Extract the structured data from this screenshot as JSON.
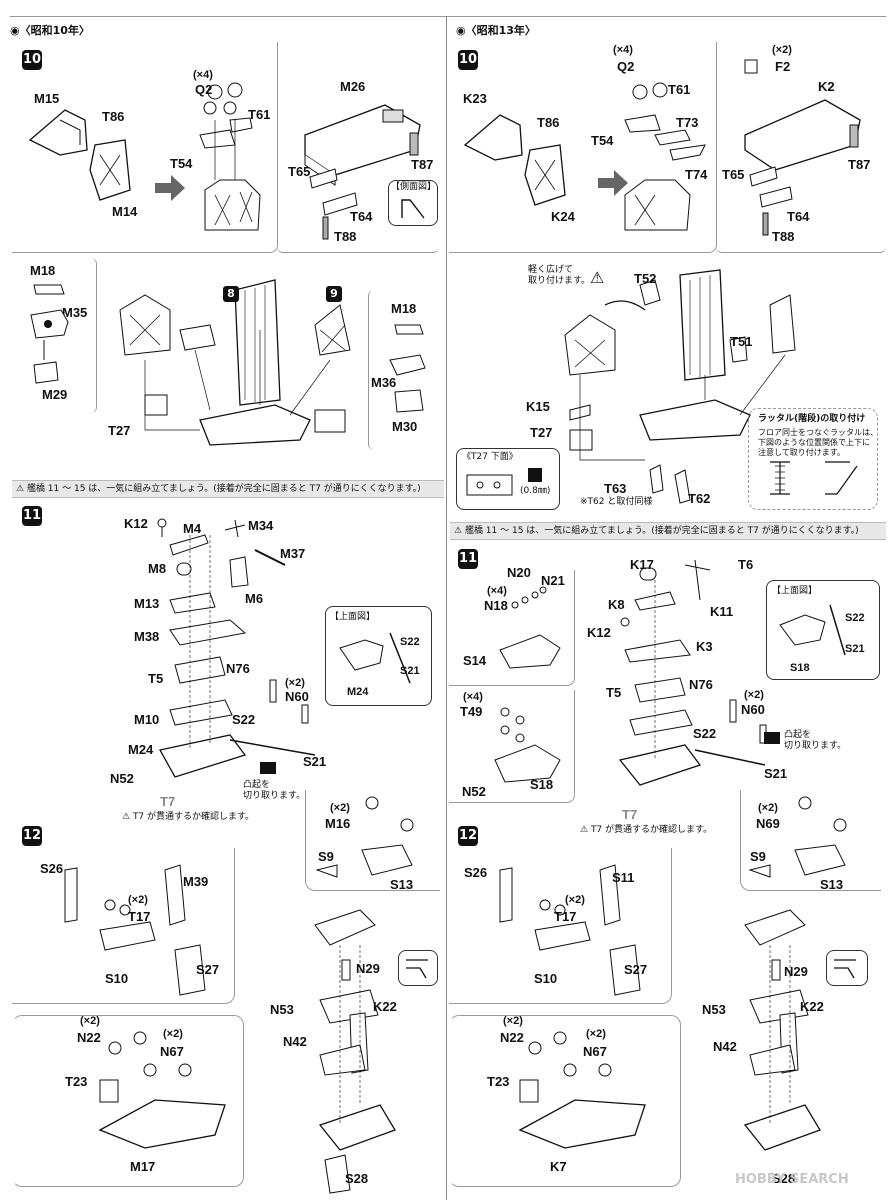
{
  "left": {
    "header": "◉〈昭和10年〉",
    "step10": {
      "num": "10",
      "labels": {
        "M15": "M15",
        "T86": "T86",
        "M14": "M14",
        "Q2": "Q2",
        "q2qty": "(×4)",
        "T61": "T61",
        "T54": "T54",
        "M26": "M26",
        "T87": "T87",
        "T65": "T65",
        "T64": "T64",
        "T88": "T88",
        "side": "【側面図】",
        "M18a": "M18",
        "M35": "M35",
        "M29": "M29",
        "ref8": "8",
        "ref9": "9",
        "M18b": "M18",
        "M36": "M36",
        "M30": "M30",
        "T27": "T27"
      }
    },
    "warn": "艦橋 11 ～ 15 は、一気に組み立てましょう。(接着が完全に固まると T7 が通りにくくなります。)",
    "step11": {
      "num": "11",
      "labels": {
        "K12": "K12",
        "M4": "M4",
        "M34": "M34",
        "M37": "M37",
        "M8": "M8",
        "M13": "M13",
        "M6": "M6",
        "M38": "M38",
        "N76": "N76",
        "T5": "T5",
        "N60qty": "(×2)",
        "N60": "N60",
        "M10": "M10",
        "S22": "S22",
        "M24": "M24",
        "S21": "S21",
        "N52": "N52",
        "T7": "T7",
        "top": "【上面図】",
        "S22b": "S22",
        "S21b": "S21",
        "M24b": "M24"
      },
      "cut": "凸起を\n切り取ります。",
      "check": "T7 が貫通するか確認します。"
    },
    "step12": {
      "num": "12",
      "labels": {
        "S26": "S26",
        "M39": "M39",
        "T17qty": "(×2)",
        "T17": "T17",
        "S10": "S10",
        "S27": "S27",
        "M16qty": "(×2)",
        "M16": "M16",
        "S9": "S9",
        "S13": "S13",
        "N29": "N29",
        "N53": "N53",
        "K22": "K22",
        "N42": "N42",
        "N22qty": "(×2)",
        "N22": "N22",
        "N67qty": "(×2)",
        "N67": "N67",
        "T23": "T23",
        "M17": "M17",
        "S28": "S28"
      }
    }
  },
  "right": {
    "header": "◉〈昭和13年〉",
    "step10": {
      "num": "10",
      "labels": {
        "K23": "K23",
        "T86": "T86",
        "K24": "K24",
        "Q2qty": "(×4)",
        "Q2": "Q2",
        "T61": "T61",
        "T73": "T73",
        "T54": "T54",
        "T74": "T74",
        "F2qty": "(×2)",
        "F2": "F2",
        "K2": "K2",
        "T87": "T87",
        "T65": "T65",
        "T64": "T64",
        "T88": "T88",
        "T52": "T52",
        "T51": "T51",
        "K15": "K15",
        "T27": "T27",
        "T63": "T63",
        "T62": "T62"
      },
      "spread": "軽く広げて\n取り付けます。",
      "t27under": "《T27 下面》",
      "drill": "(0.8㎜)",
      "t62note": "※T62 と取付同様",
      "ladderTitle": "ラッタル(階段)の取り付け",
      "ladderText": "フロア同士をつなぐラッタルは、\n下図のような位置関係で上下に\n注意して取り付けます。"
    },
    "warn": "艦橋 11 ～ 15 は、一気に組み立てましょう。(接着が完全に固まると T7 が通りにくくなります。)",
    "step11": {
      "num": "11",
      "labels": {
        "N20": "N20",
        "N21": "N21",
        "N18qty": "(×4)",
        "N18": "N18",
        "K17": "K17",
        "T6": "T6",
        "K8": "K8",
        "K11": "K11",
        "K12": "K12",
        "K3": "K3",
        "S14": "S14",
        "T5": "T5",
        "N76": "N76",
        "T49qty": "(×4)",
        "T49": "T49",
        "N60qty": "(×2)",
        "N60": "N60",
        "S22": "S22",
        "S21": "S21",
        "N52": "N52",
        "S18": "S18",
        "T7": "T7",
        "top": "【上面図】",
        "S22b": "S22",
        "S21b": "S21",
        "S18b": "S18"
      },
      "cut": "凸起を\n切り取ります。",
      "check": "T7 が貫通するか確認します。"
    },
    "step12": {
      "num": "12",
      "labels": {
        "S26": "S26",
        "S11": "S11",
        "T17qty": "(×2)",
        "T17": "T17",
        "S10": "S10",
        "S27": "S27",
        "N69qty": "(×2)",
        "N69": "N69",
        "S9": "S9",
        "S13": "S13",
        "N29": "N29",
        "N53": "N53",
        "K22": "K22",
        "N42": "N42",
        "N22qty": "(×2)",
        "N22": "N22",
        "N67qty": "(×2)",
        "N67": "N67",
        "T23": "T23",
        "K7": "K7",
        "S28": "S28"
      }
    }
  },
  "watermark": "HOBBY SEARCH"
}
